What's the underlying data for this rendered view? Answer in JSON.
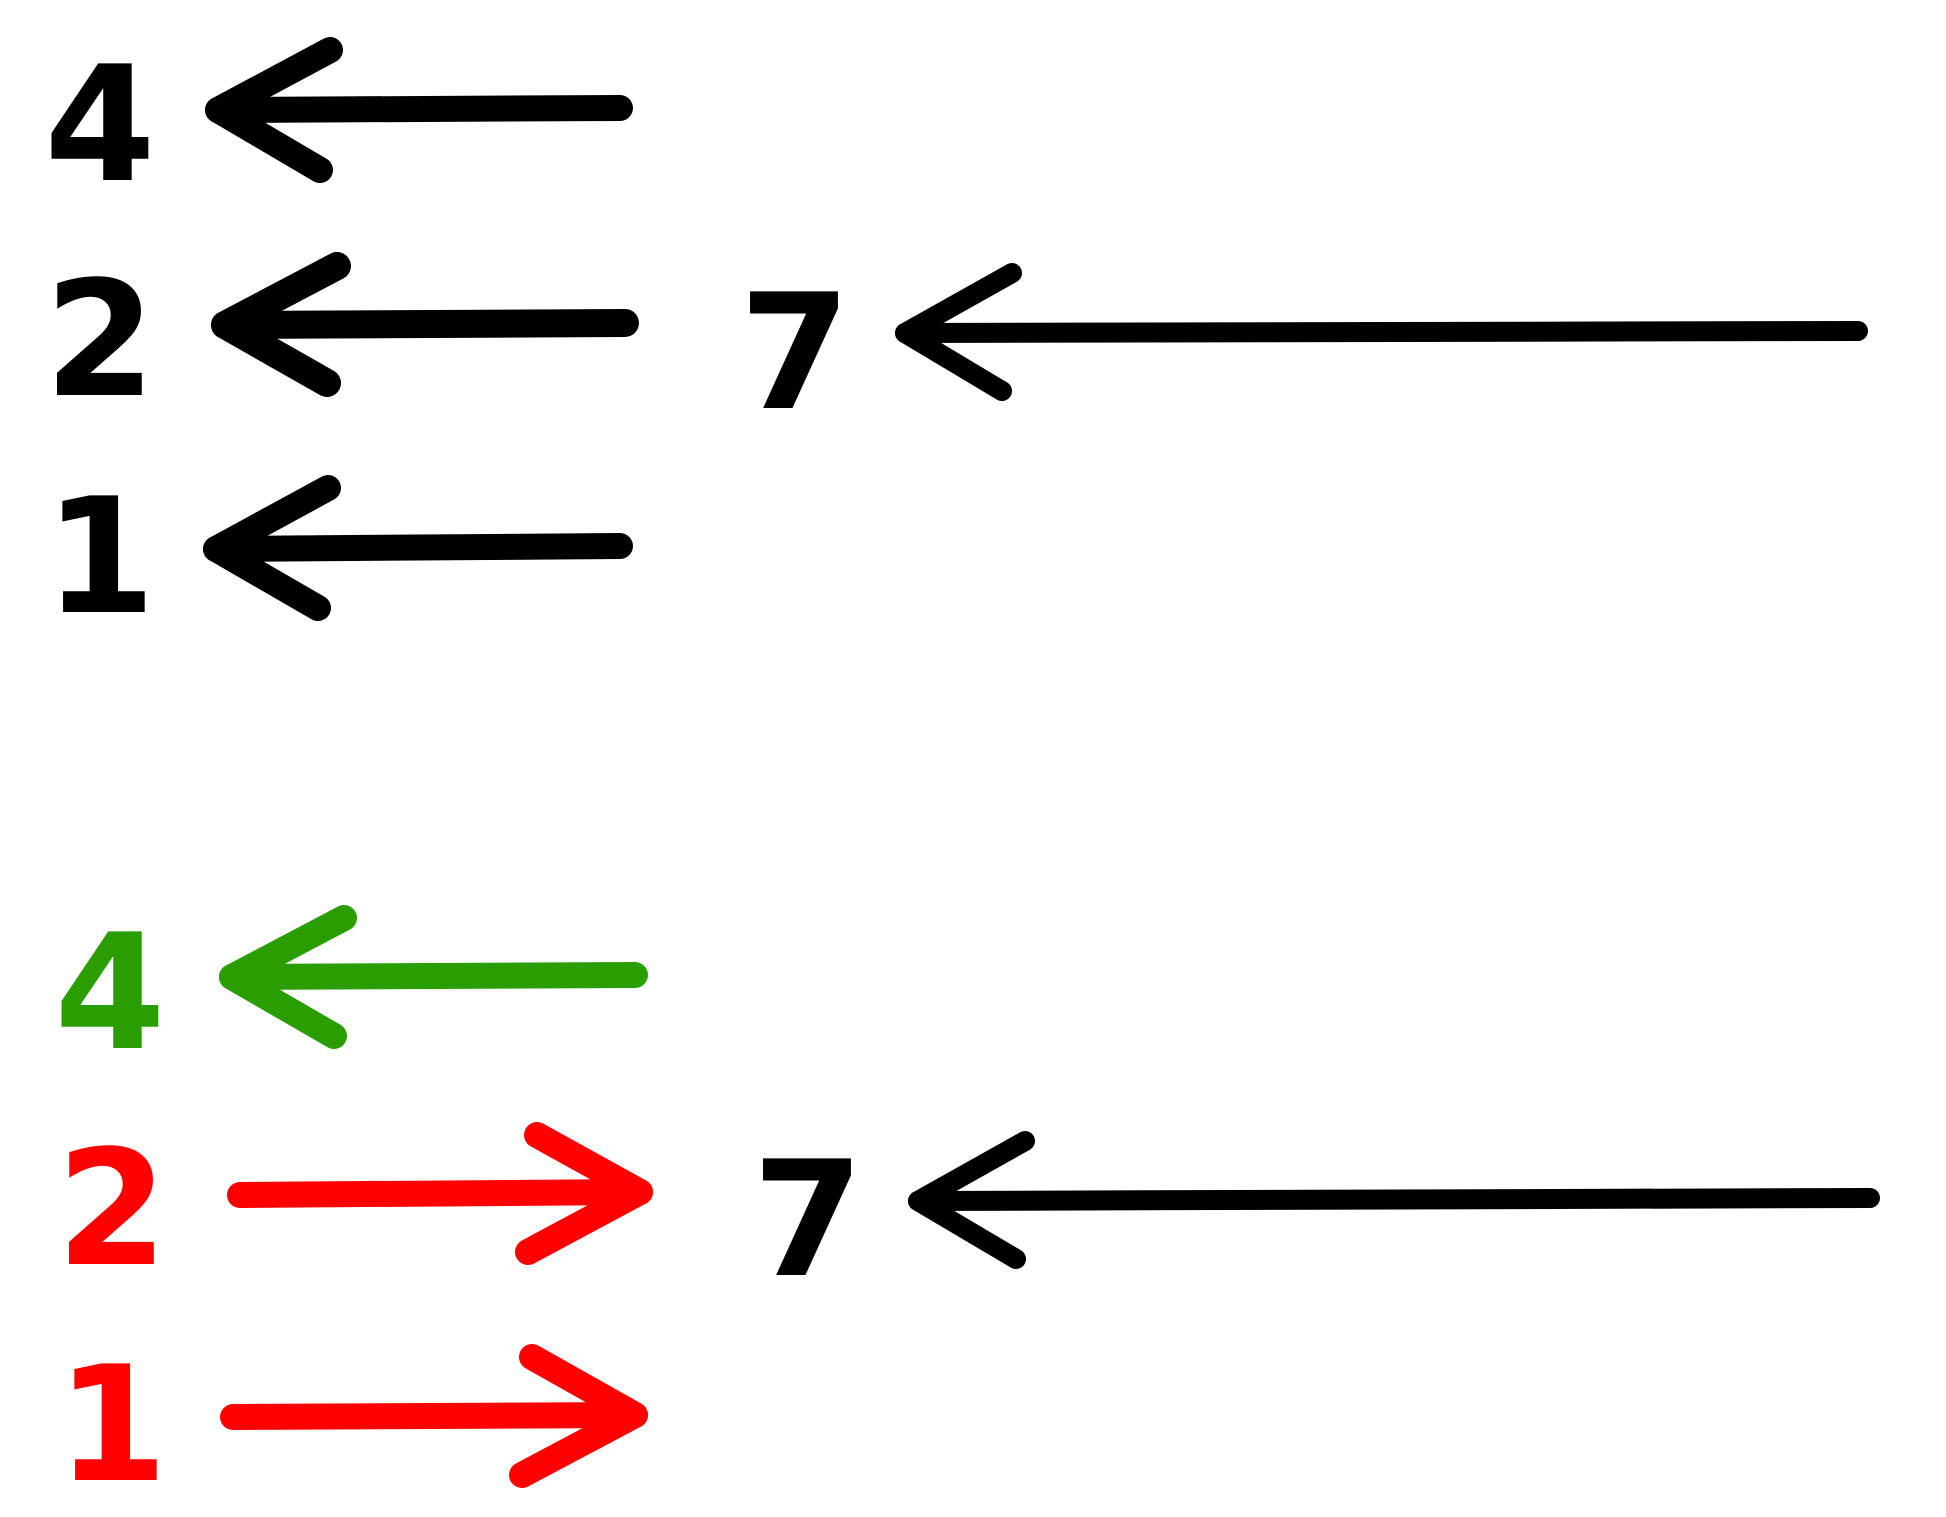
{
  "colors": {
    "black": "#000000",
    "green": "#2a9d00",
    "red": "#ff0000"
  },
  "panels": [
    {
      "name": "top",
      "items": [
        {
          "label": "4",
          "color": "black",
          "direction": "left"
        },
        {
          "label": "2",
          "color": "black",
          "direction": "left"
        },
        {
          "label": "1",
          "color": "black",
          "direction": "left"
        },
        {
          "label": "7",
          "color": "black",
          "direction": "left"
        }
      ]
    },
    {
      "name": "bottom",
      "items": [
        {
          "label": "4",
          "color": "green",
          "direction": "left"
        },
        {
          "label": "2",
          "color": "red",
          "direction": "right"
        },
        {
          "label": "1",
          "color": "red",
          "direction": "right"
        },
        {
          "label": "7",
          "color": "black",
          "direction": "left"
        }
      ]
    }
  ]
}
